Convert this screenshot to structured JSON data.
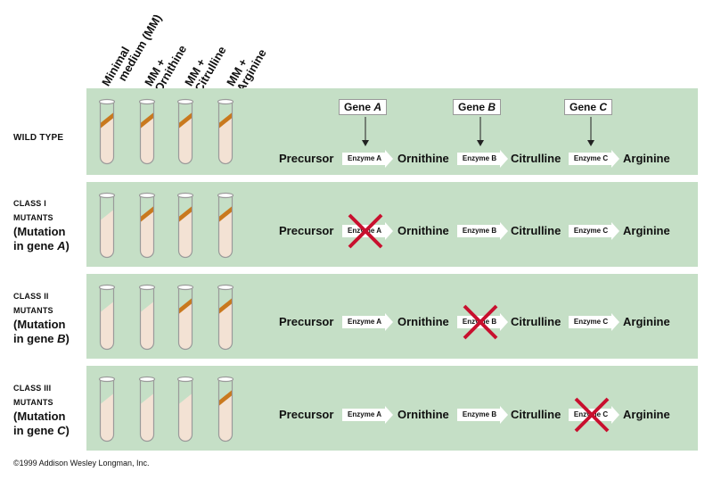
{
  "columns": [
    {
      "line1": "Minimal",
      "line2": "medium (MM)"
    },
    {
      "line1": "MM +",
      "line2": "Ornithine"
    },
    {
      "line1": "MM +",
      "line2": "Citrulline"
    },
    {
      "line1": "MM +",
      "line2": "Arginine"
    }
  ],
  "rows": [
    {
      "label_sc1": "WILD TYPE",
      "label_sc2": "",
      "label_line3": "",
      "label_line4_pre": "",
      "label_line4_gene": "",
      "label_line4_post": "",
      "growth": [
        true,
        true,
        true,
        true
      ],
      "blocked": ""
    },
    {
      "label_sc1": "CLASS I",
      "label_sc2": "MUTANTS",
      "label_line3": "(Mutation",
      "label_line4_pre": "in gene ",
      "label_line4_gene": "A",
      "label_line4_post": ")",
      "growth": [
        false,
        true,
        true,
        true
      ],
      "blocked": "A"
    },
    {
      "label_sc1": "CLASS II",
      "label_sc2": "MUTANTS",
      "label_line3": "(Mutation",
      "label_line4_pre": "in gene ",
      "label_line4_gene": "B",
      "label_line4_post": ")",
      "growth": [
        false,
        false,
        true,
        true
      ],
      "blocked": "B"
    },
    {
      "label_sc1": "CLASS III",
      "label_sc2": "MUTANTS",
      "label_line3": "(Mutation",
      "label_line4_pre": "in gene ",
      "label_line4_gene": "C",
      "label_line4_post": ")",
      "growth": [
        false,
        false,
        false,
        true
      ],
      "blocked": "C"
    }
  ],
  "pathway": {
    "compounds": [
      "Precursor",
      "Ornithine",
      "Citrulline",
      "Arginine"
    ],
    "enzymes": [
      "Enzyme A",
      "Enzyme B",
      "Enzyme C"
    ],
    "genes": [
      {
        "prefix": "Gene ",
        "letter": "A"
      },
      {
        "prefix": "Gene ",
        "letter": "B"
      },
      {
        "prefix": "Gene ",
        "letter": "C"
      }
    ]
  },
  "colors": {
    "panel": "#c5dfc6",
    "medium": "#f3e2d4",
    "growth": "#c9791e",
    "block_x": "#c8102e"
  },
  "credit": "©1999 Addison Wesley Longman, Inc."
}
